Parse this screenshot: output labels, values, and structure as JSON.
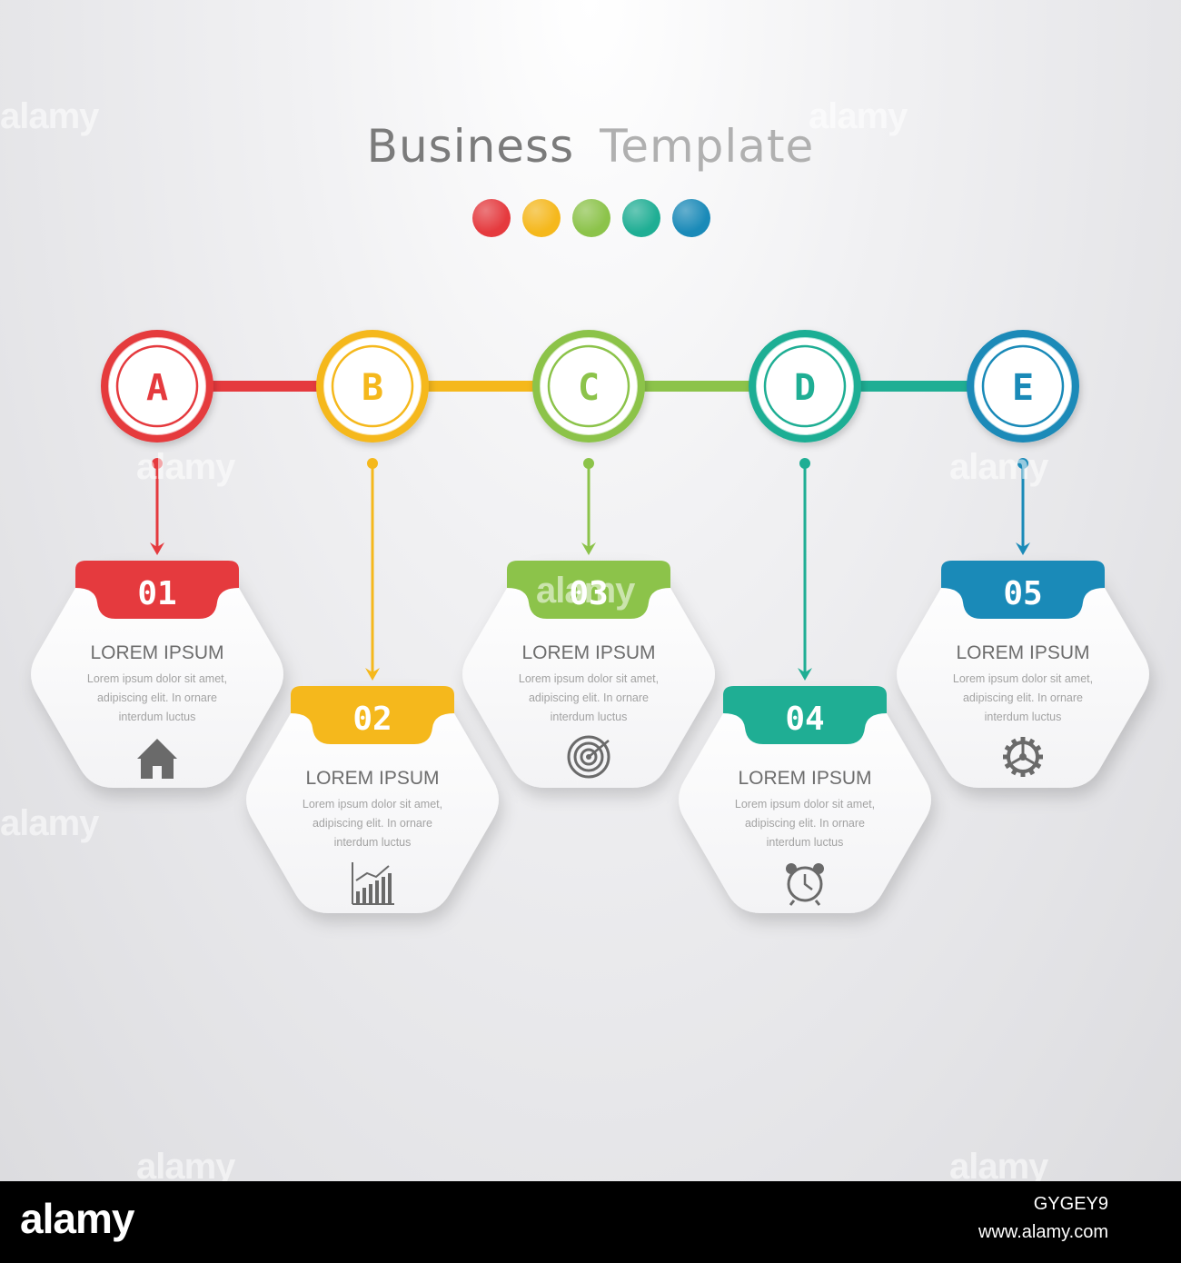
{
  "title": {
    "word1": "Business",
    "word2": "Template"
  },
  "palette": [
    "#e53a3e",
    "#f5b81c",
    "#8cc34a",
    "#1fae94",
    "#1a8ab8"
  ],
  "steps": [
    {
      "letter": "A",
      "number": "01",
      "heading": "LOREM IPSUM",
      "body": [
        "Lorem ipsum dolor sit amet,",
        "adipiscing elit. In ornare",
        "interdum luctus"
      ],
      "icon": "home-icon",
      "color": "#e53a3e",
      "row": "upper"
    },
    {
      "letter": "B",
      "number": "02",
      "heading": "LOREM IPSUM",
      "body": [
        "Lorem ipsum dolor sit amet,",
        "adipiscing elit. In ornare",
        "interdum luctus"
      ],
      "icon": "bar-chart-icon",
      "color": "#f5b81c",
      "row": "lower"
    },
    {
      "letter": "C",
      "number": "03",
      "heading": "LOREM IPSUM",
      "body": [
        "Lorem ipsum dolor sit amet,",
        "adipiscing elit. In ornare",
        "interdum luctus"
      ],
      "icon": "target-icon",
      "color": "#8cc34a",
      "row": "upper"
    },
    {
      "letter": "D",
      "number": "04",
      "heading": "LOREM IPSUM",
      "body": [
        "Lorem ipsum dolor sit amet,",
        "adipiscing elit. In ornare",
        "interdum luctus"
      ],
      "icon": "alarm-clock-icon",
      "color": "#1fae94",
      "row": "lower"
    },
    {
      "letter": "E",
      "number": "05",
      "heading": "LOREM IPSUM",
      "body": [
        "Lorem ipsum dolor sit amet,",
        "adipiscing elit. In ornare",
        "interdum luctus"
      ],
      "icon": "gear-icon",
      "color": "#1a8ab8",
      "row": "upper"
    }
  ],
  "watermark": "alamy",
  "footer": {
    "brand": "alamy",
    "image_id": "GYGEY9",
    "url": "www.alamy.com"
  }
}
